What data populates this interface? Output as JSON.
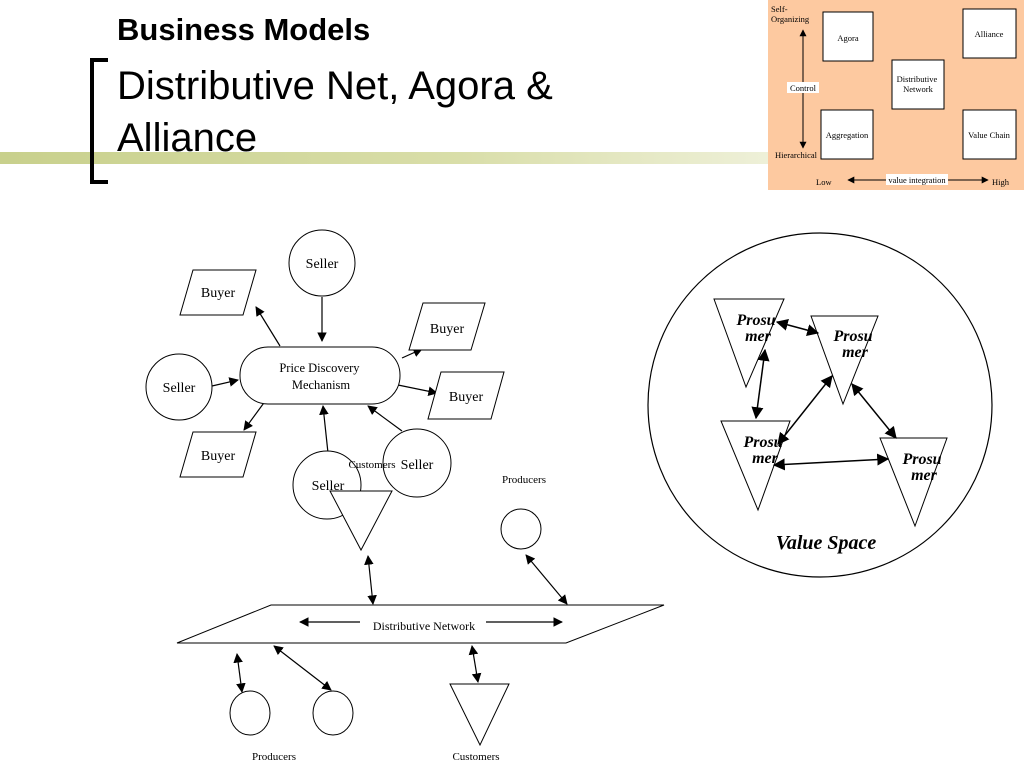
{
  "slide": {
    "title": "Business Models",
    "subtitle": "Distributive Net, Agora & Alliance"
  },
  "matrix": {
    "y_top": "Self-\nOrganizing",
    "y_mid": "Control",
    "y_bottom": "Hierarchical",
    "x_left": "Low",
    "x_mid": "value integration",
    "x_right": "High",
    "cells": {
      "agora": "Agora",
      "alliance": "Alliance",
      "distributive": "Distributive\nNetwork",
      "aggregation": "Aggregation",
      "value_chain": "Value Chain"
    },
    "bg_color": "#fdc9a0"
  },
  "agora": {
    "center": "Price Discovery\nMechanism",
    "seller": "Seller",
    "buyer": "Buyer"
  },
  "network": {
    "hub": "Distributive Network",
    "producers": "Producers",
    "customers": "Customers"
  },
  "alliance": {
    "prosumer": "Prosu\nmer",
    "caption": "Value Space"
  }
}
